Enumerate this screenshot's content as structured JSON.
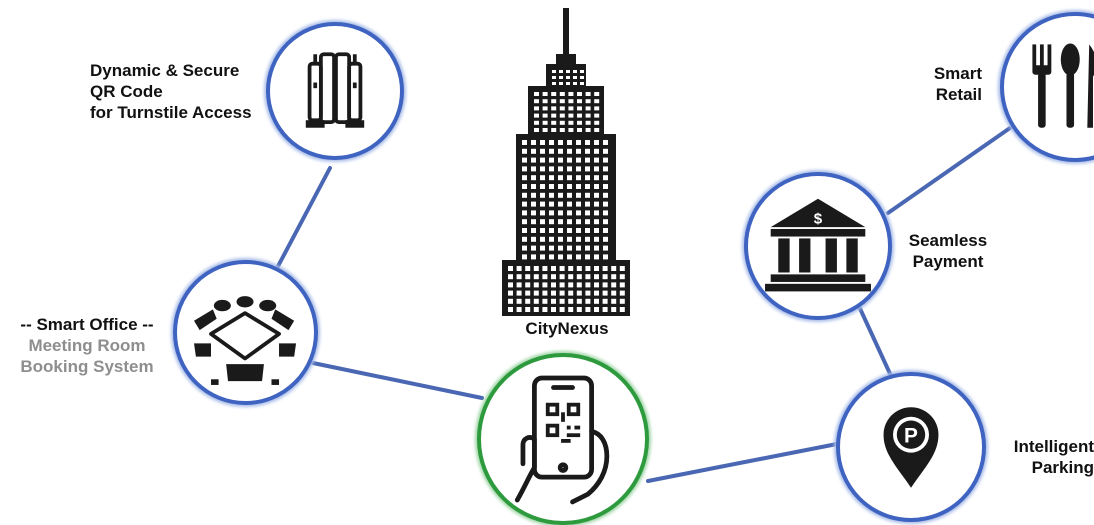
{
  "colors": {
    "node_border": "#3f63c0",
    "node_glow": "#a9bde8",
    "center_border": "#2d9a3d",
    "connector": "#4a67b3",
    "icon": "#1a1a1a",
    "muted_text": "#8e8e8e"
  },
  "center": {
    "title": "CityNexus",
    "building_icon": "skyscraper-icon",
    "hub_icon": "phone-qr-hand-icon"
  },
  "nodes": {
    "turnstile": {
      "icon": "turnstile-gate-icon",
      "lines": [
        "Dynamic & Secure",
        "QR Code",
        "for Turnstile Access"
      ]
    },
    "smart_office": {
      "icon": "meeting-table-icon",
      "heading": "-- Smart Office --",
      "lines": [
        "Meeting Room",
        "Booking System"
      ]
    },
    "smart_retail": {
      "icon": "cutlery-icon",
      "lines": [
        "Smart",
        "Retail"
      ]
    },
    "seamless_payment": {
      "icon": "bank-dollar-icon",
      "lines": [
        "Seamless",
        "Payment"
      ]
    },
    "parking": {
      "icon": "parking-pin-icon",
      "lines": [
        "Intelligent",
        "Parking"
      ]
    }
  }
}
